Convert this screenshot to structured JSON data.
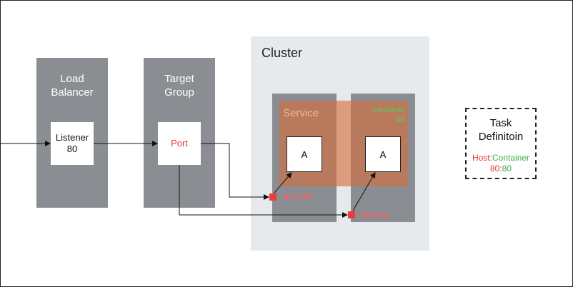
{
  "load_balancer": {
    "title_line1": "Load",
    "title_line2": "Balancer",
    "listener_line1": "Listener",
    "listener_line2": "80"
  },
  "target_group": {
    "title_line1": "Target",
    "title_line2": "Group",
    "port_label": "Port"
  },
  "cluster": {
    "title": "Cluster",
    "service_label": "Service",
    "container_label_line1": "container",
    "container_label_line2": "80",
    "task_a_left": "A",
    "task_a_right": "A",
    "host_left": "Host 80",
    "host_right": "Host 80"
  },
  "task_definition": {
    "title_line1": "Task",
    "title_line2": "Definitoin",
    "host_word": "Host",
    "colon1": ":",
    "container_word": "Container",
    "host_port": "80",
    "colon2": ":",
    "container_port": "80"
  },
  "colors": {
    "column_gray": "#8a8e92",
    "cluster_bg": "#e7eaed",
    "service_orange": "#d66c3c",
    "host_red": "#ec3b3b",
    "container_green": "#55d05a"
  }
}
